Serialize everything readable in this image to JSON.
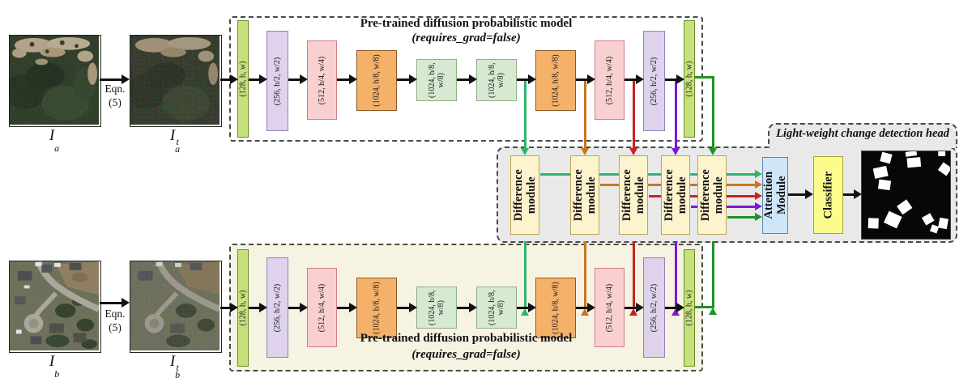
{
  "figure": {
    "inputs": {
      "eqn_label": {
        "line1": "Eqn.",
        "line2": "(5)"
      },
      "image_a": {
        "label_base": "I",
        "label_sub": "a",
        "label_sup": ""
      },
      "image_a_noisy": {
        "label_base": "I",
        "label_sub": "a",
        "label_sup": "t"
      },
      "image_b": {
        "label_base": "I",
        "label_sub": "b",
        "label_sup": ""
      },
      "image_b_noisy": {
        "label_base": "I",
        "label_sub": "b",
        "label_sup": "t"
      }
    },
    "diffusion_model": {
      "title_line1": "Pre-trained diffusion probabilistic model",
      "title_line2": "(requires_grad=false)",
      "feature_blocks": [
        "(128, h, w)",
        "(256, h/2, w/2)",
        "(512, h/4, w/4)",
        "(1024, h/8, w/8)",
        "(1024, h/8, w/8)",
        "(1024, h/8, w/8)",
        "(1024, h/8, w/8)",
        "(512, h/4, w/4)",
        "(256, h/2, w/2)",
        "(128, h, w)"
      ]
    },
    "detection_head": {
      "title": "Light-weight  change detection head",
      "difference_module": {
        "line1": "Difference",
        "line2": "module"
      },
      "difference_module_count": 5,
      "attention_module": {
        "line1": "Attention",
        "line2": "Module"
      },
      "classifier_label": "Classifier"
    },
    "colors": {
      "skip_connections": [
        "#2db56e",
        "#c8761f",
        "#c92222",
        "#7a1bd4",
        "#1e9422"
      ],
      "block_green": "#c6e17c",
      "block_purple": "#ded2ec",
      "block_pink": "#f9cfd0",
      "block_orange": "#f5b169",
      "block_lightgreen": "#d8e9d2",
      "module_fill": "#fdf3cd",
      "attention_fill": "#cfe6f8",
      "classifier_fill": "#fcfc8e",
      "bottom_box_fill": "#f7f3e2",
      "head_box_fill": "#e9e9e9"
    }
  }
}
